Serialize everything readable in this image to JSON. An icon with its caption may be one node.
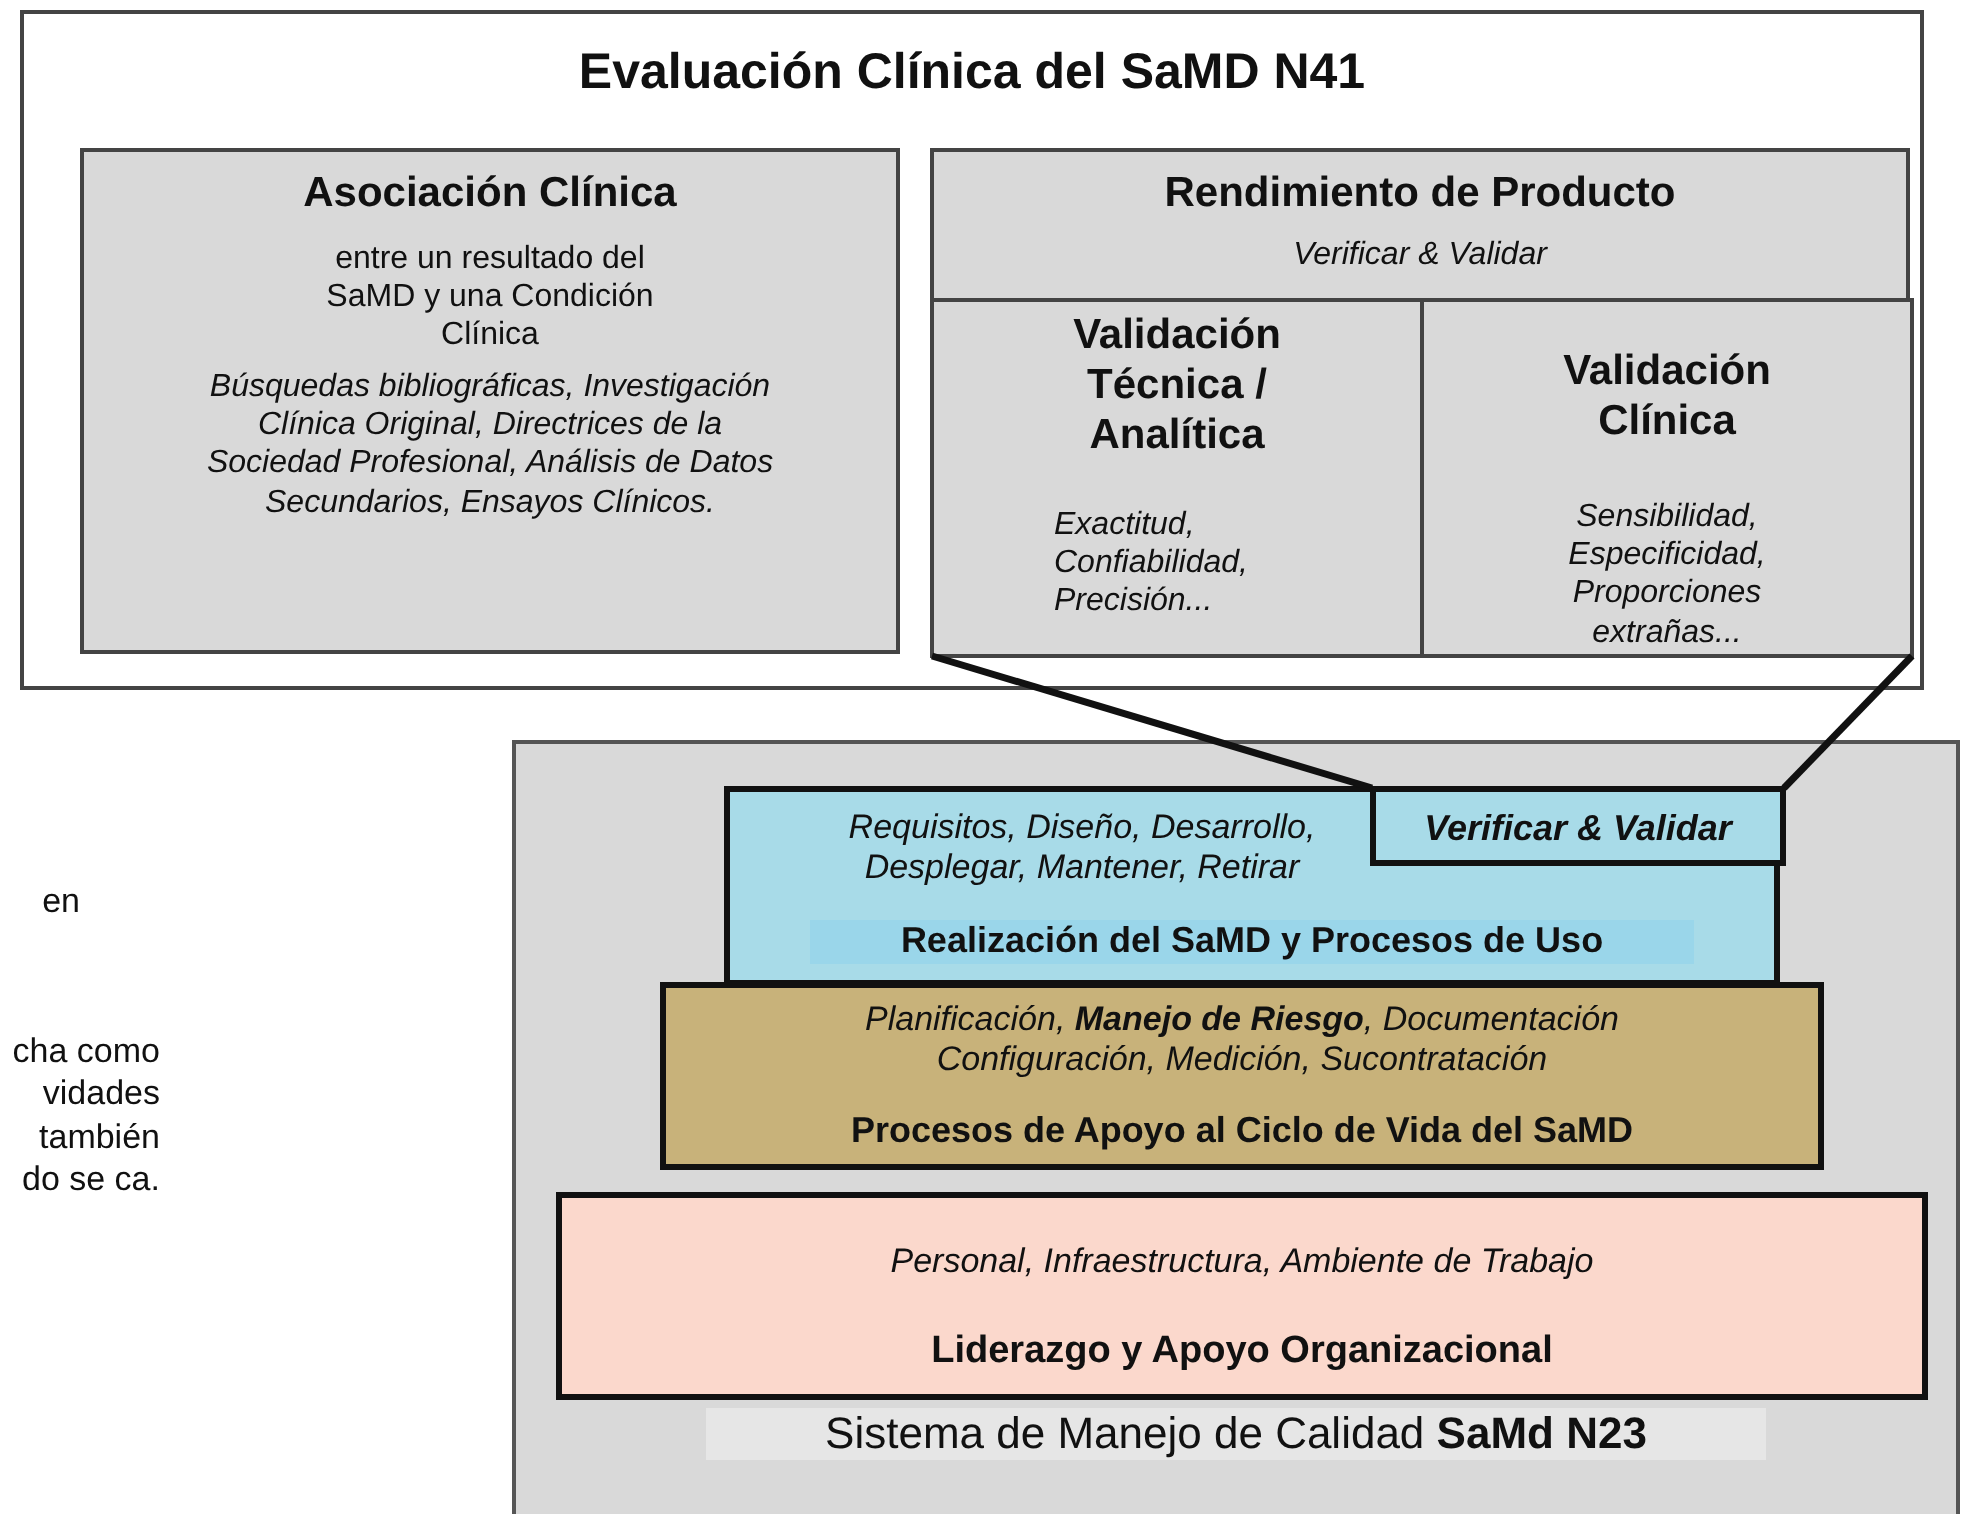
{
  "diagram": {
    "nodes": [
      {
        "text": [
          "Evaluación Clínica del SaMD N41"
        ]
      },
      {
        "text": [
          "Asociación Clínica",
          "entre un resultado del SaMD y una Condición Clínica",
          "Búsquedas bibliográficas, Investigación Clínica Original, Directrices de la Sociedad Profesional, Análisis de Datos Secundarios, Ensayos Clínicos."
        ],
        "in": 0
      },
      {
        "text": [
          "Rendimiento de Producto",
          "Verificar & Validar"
        ],
        "in": 0
      },
      {
        "text": [
          "Validación Técnica / Analítica",
          "Exactitud, Confiabilidad, Precisión..."
        ],
        "in": 2
      },
      {
        "text": [
          "Validación Clínica",
          "Sensibilidad, Especificidad, Proporciones extrañas..."
        ],
        "in": 2
      },
      {
        "text": [
          "Sistema de Manejo de Calidad **SaMd N23**"
        ]
      },
      {
        "text": [
          "Requisitos, Diseño, Desarrollo, Desplegar, Mantener, Retirar",
          "Realización del SaMD y Procesos de Uso"
        ],
        "in": 5
      },
      {
        "text": [
          "Verificar & Validar"
        ],
        "in": 6
      },
      {
        "text": [
          "Planificación, **Manejo de Riesgo**, Documentación Configuración, Medición, Sucontratación",
          "Procesos de Apoyo al Ciclo de Vida del SaMD"
        ],
        "in": 5
      },
      {
        "text": [
          "Personal, Infraestructura, Ambiente de Trabajo",
          "Liderazgo y Apoyo Organizacional"
        ],
        "in": 5
      }
    ],
    "edges": [
      {
        "from": 7,
        "to": 3,
        "arrow": "none"
      },
      {
        "from": 7,
        "to": 4,
        "arrow": "none"
      }
    ],
    "labels": [
      "en",
      "cha como vidades también do se ca."
    ]
  }
}
